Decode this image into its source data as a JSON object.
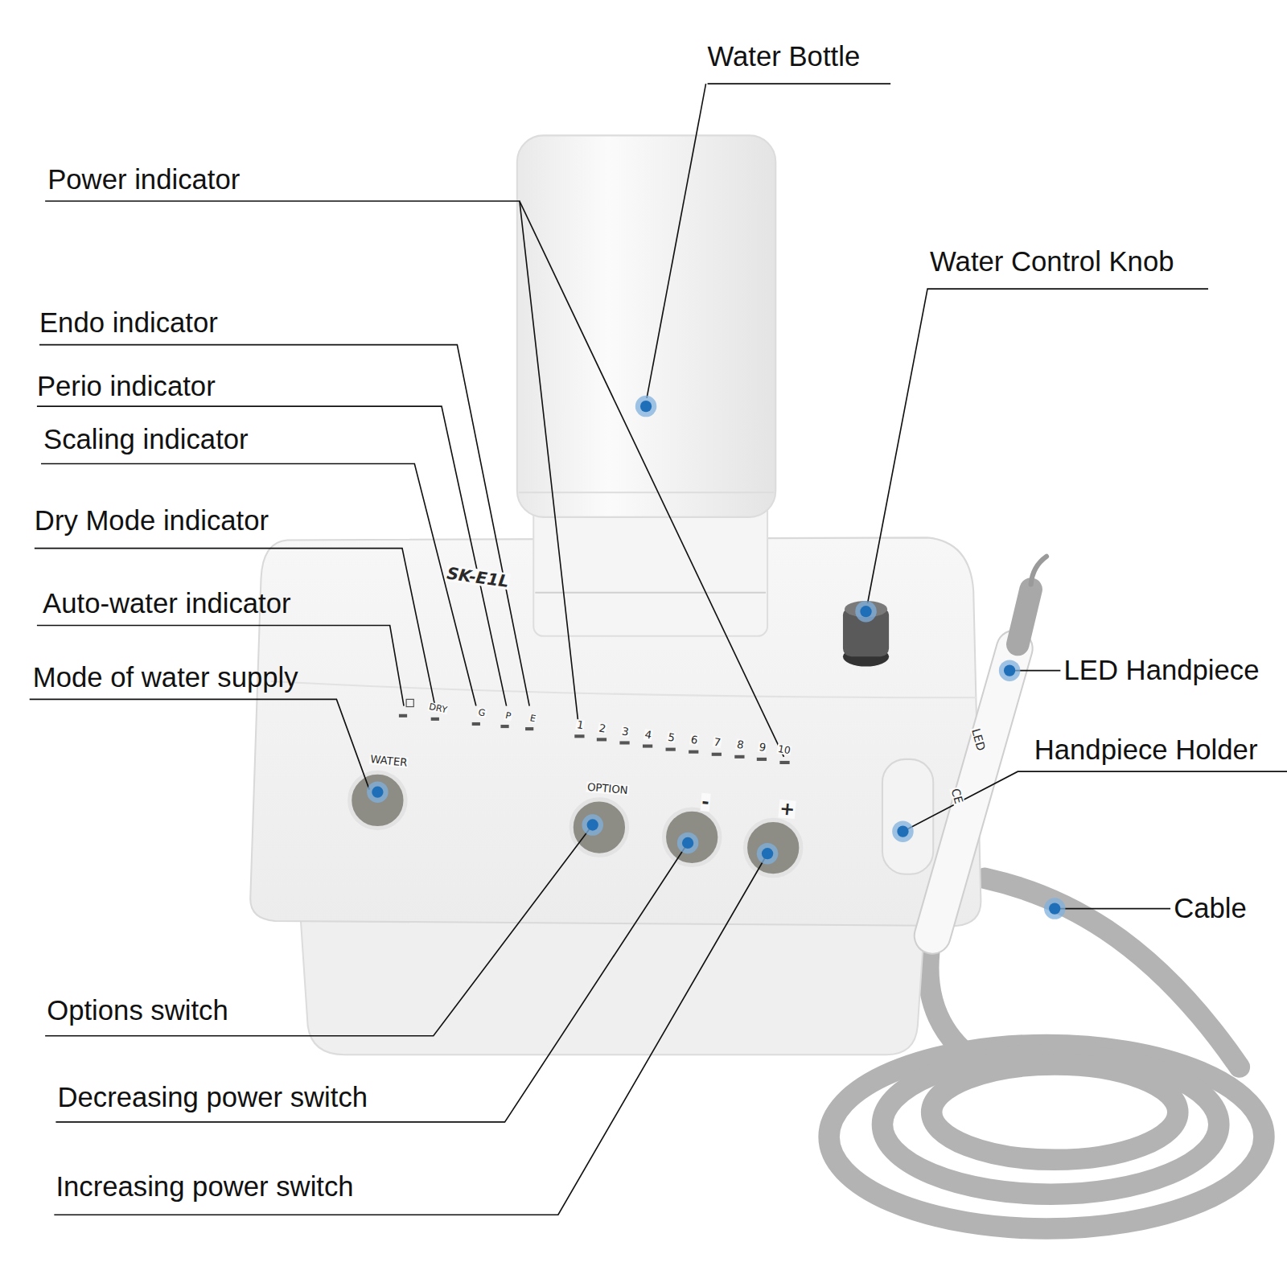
{
  "diagram": {
    "labels": [
      "Water Bottle",
      "Power indicator",
      "Water Control Knob",
      "Endo indicator",
      "Perio indicator",
      "Scaling indicator",
      "Dry Mode indicator",
      "Auto-water indicator",
      "Mode of water supply",
      "LED Handpiece",
      "Handpiece Holder",
      "Cable",
      "Options switch",
      "Decreasing power switch",
      "Increasing power switch",
      "SK-E1L",
      "WATER",
      "OPTION",
      "-",
      "+",
      "DRY",
      "G",
      "P",
      "E",
      "1",
      "2",
      "3",
      "4",
      "5",
      "6",
      "7",
      "8",
      "9",
      "10",
      "LED",
      "CE"
    ]
  }
}
